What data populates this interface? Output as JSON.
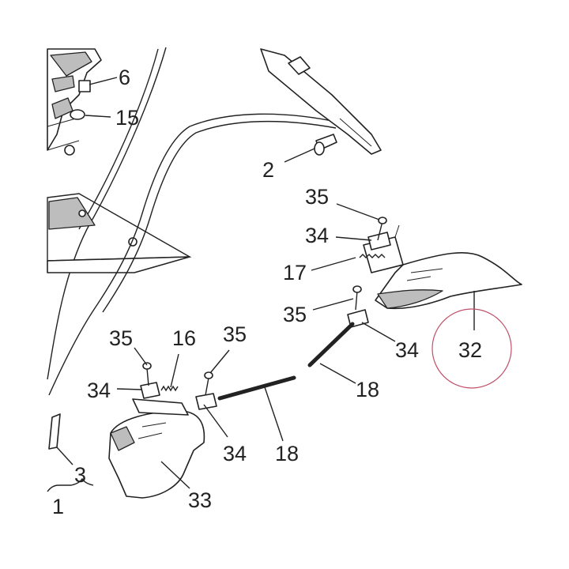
{
  "diagram": {
    "callouts": {
      "c6": "6",
      "c15": "15",
      "c2": "2",
      "c35a": "35",
      "c34a": "34",
      "c17": "17",
      "c35b": "35",
      "c34b": "34",
      "c32": "32",
      "c18a": "18",
      "c35c": "35",
      "c16": "16",
      "c35d": "35",
      "c34c": "34",
      "c34d": "34",
      "c18b": "18",
      "c3": "3",
      "c33": "33",
      "c1": "1"
    },
    "highlight_color": "#c0506a",
    "line_color": "#222222"
  }
}
